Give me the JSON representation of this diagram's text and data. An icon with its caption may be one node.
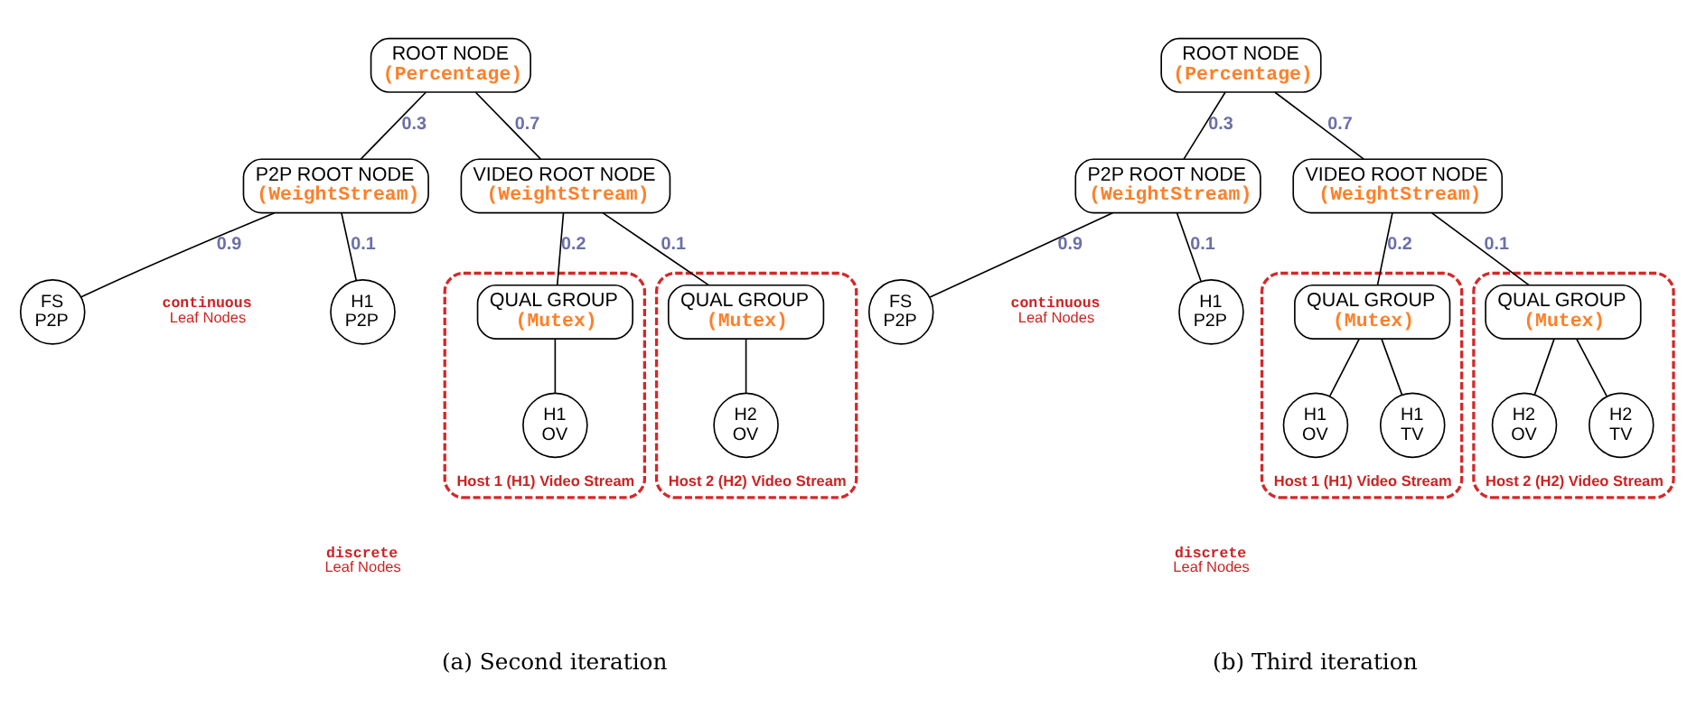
{
  "diagram": {
    "nodes": [
      {
        "text": [
          "ROOT NODE",
          "(Percentage)"
        ]
      },
      {
        "text": [
          "P2P ROOT NODE",
          "(WeightStream)"
        ]
      },
      {
        "text": [
          "VIDEO ROOT NODE",
          "(WeightStream)"
        ]
      },
      {
        "text": [
          "FS P2P"
        ]
      },
      {
        "text": [
          "H1 P2P"
        ]
      },
      {
        "text": [
          "Host 1 (H1) Video Stream"
        ]
      },
      {
        "text": [
          "QUAL GROUP",
          "(Mutex)"
        ],
        "in": 5
      },
      {
        "text": [
          "H1 OV"
        ],
        "in": 5
      },
      {
        "text": [
          "Host 2 (H2) Video Stream"
        ]
      },
      {
        "text": [
          "QUAL GROUP",
          "(Mutex)"
        ],
        "in": 8
      },
      {
        "text": [
          "H2 OV"
        ],
        "in": 8
      },
      {
        "text": [
          "ROOT NODE",
          "(Percentage)"
        ]
      },
      {
        "text": [
          "P2P ROOT NODE",
          "(WeightStream)"
        ]
      },
      {
        "text": [
          "VIDEO ROOT NODE",
          "(WeightStream)"
        ]
      },
      {
        "text": [
          "FS P2P"
        ]
      },
      {
        "text": [
          "H1 P2P"
        ]
      },
      {
        "text": [
          "Host 1 (H1) Video Stream"
        ]
      },
      {
        "text": [
          "QUAL GROUP",
          "(Mutex)"
        ],
        "in": 16
      },
      {
        "text": [
          "H1 OV"
        ],
        "in": 16
      },
      {
        "text": [
          "H1 TV"
        ],
        "in": 16
      },
      {
        "text": [
          "Host 2 (H2) Video Stream"
        ]
      },
      {
        "text": [
          "QUAL GROUP",
          "(Mutex)"
        ],
        "in": 20
      },
      {
        "text": [
          "H2 OV"
        ],
        "in": 20
      },
      {
        "text": [
          "H2 TV"
        ],
        "in": 20
      }
    ],
    "edges": [
      {
        "from": 0,
        "to": 1,
        "arrow": "none",
        "label": "0.3"
      },
      {
        "from": 0,
        "to": 2,
        "arrow": "none",
        "label": "0.7"
      },
      {
        "from": 1,
        "to": 3,
        "arrow": "none",
        "label": "0.9"
      },
      {
        "from": 1,
        "to": 4,
        "arrow": "none",
        "label": "0.1"
      },
      {
        "from": 2,
        "to": 6,
        "arrow": "none",
        "label": "0.2"
      },
      {
        "from": 2,
        "to": 9,
        "arrow": "none",
        "label": "0.1"
      },
      {
        "from": 6,
        "to": 7,
        "arrow": "none"
      },
      {
        "from": 9,
        "to": 10,
        "arrow": "none"
      },
      {
        "from": 11,
        "to": 12,
        "arrow": "none",
        "label": "0.3"
      },
      {
        "from": 11,
        "to": 13,
        "arrow": "none",
        "label": "0.7"
      },
      {
        "from": 12,
        "to": 14,
        "arrow": "none",
        "label": "0.9"
      },
      {
        "from": 12,
        "to": 15,
        "arrow": "none",
        "label": "0.1"
      },
      {
        "from": 13,
        "to": 17,
        "arrow": "none",
        "label": "0.2"
      },
      {
        "from": 13,
        "to": 21,
        "arrow": "none",
        "label": "0.1"
      },
      {
        "from": 17,
        "to": 18,
        "arrow": "none"
      },
      {
        "from": 17,
        "to": 19,
        "arrow": "none"
      },
      {
        "from": 21,
        "to": 22,
        "arrow": "none"
      },
      {
        "from": 21,
        "to": 23,
        "arrow": "none"
      }
    ],
    "labels": [
      "continuous Leaf Nodes",
      "discrete Leaf Nodes",
      "(a) Second iteration",
      "continuous Leaf Nodes",
      "discrete Leaf Nodes",
      "(b) Third iteration"
    ]
  }
}
